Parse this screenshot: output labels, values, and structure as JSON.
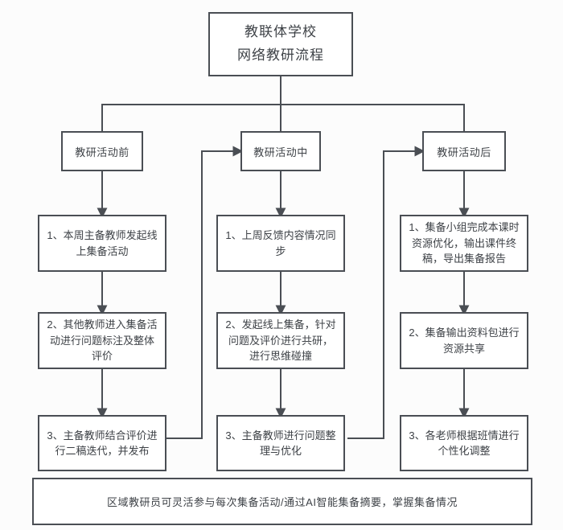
{
  "title": {
    "line1": "教联体学校",
    "line2": "网络教研流程"
  },
  "columns": [
    {
      "header": "教研活动前",
      "steps": [
        "1、本周主备教师发起线上集备活动",
        "2、其他教师进入集备活动进行问题标注及整体评价",
        "3、主备教师结合评价进行二稿迭代，并发布"
      ]
    },
    {
      "header": "教研活动中",
      "steps": [
        "1、上周反馈内容情况同步",
        "2、发起线上集备，针对问题及评价进行共研，进行思维碰撞",
        "3、主备教师进行问题整理与优化"
      ]
    },
    {
      "header": "教研活动后",
      "steps": [
        "1、集备小组完成本课时资源优化，输出课件终稿，导出集备报告",
        "2、集备输出资料包进行资源共享",
        "3、各老师根据班情进行个性化调整"
      ]
    }
  ],
  "footer": "区域教研员可灵活参与每次集备活动/通过AI智能集备摘要，掌握集备情况",
  "colors": {
    "line": "#4a4e54",
    "text": "#3e4247",
    "box_background": "#ffffff",
    "page_background": "#fcfcfc"
  }
}
